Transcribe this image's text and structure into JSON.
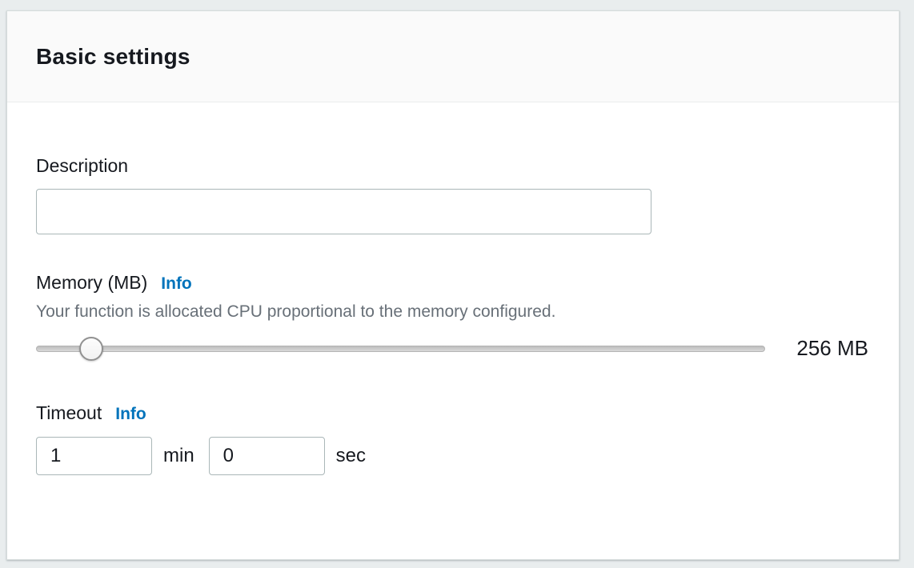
{
  "panel": {
    "title": "Basic settings"
  },
  "description": {
    "label": "Description",
    "value": "",
    "placeholder": ""
  },
  "memory": {
    "label": "Memory (MB)",
    "info_label": "Info",
    "helper": "Your function is allocated CPU proportional to the memory configured.",
    "value_display": "256 MB",
    "slider_percent": 6
  },
  "timeout": {
    "label": "Timeout",
    "info_label": "Info",
    "minutes_value": "1",
    "minutes_unit": "min",
    "seconds_value": "0",
    "seconds_unit": "sec"
  },
  "colors": {
    "accent_blue": "#0073bb",
    "text_dark": "#16191f",
    "text_gray": "#687078",
    "input_border": "#aab7b8",
    "header_bg": "#fafafa",
    "page_bg": "#e9edee"
  }
}
